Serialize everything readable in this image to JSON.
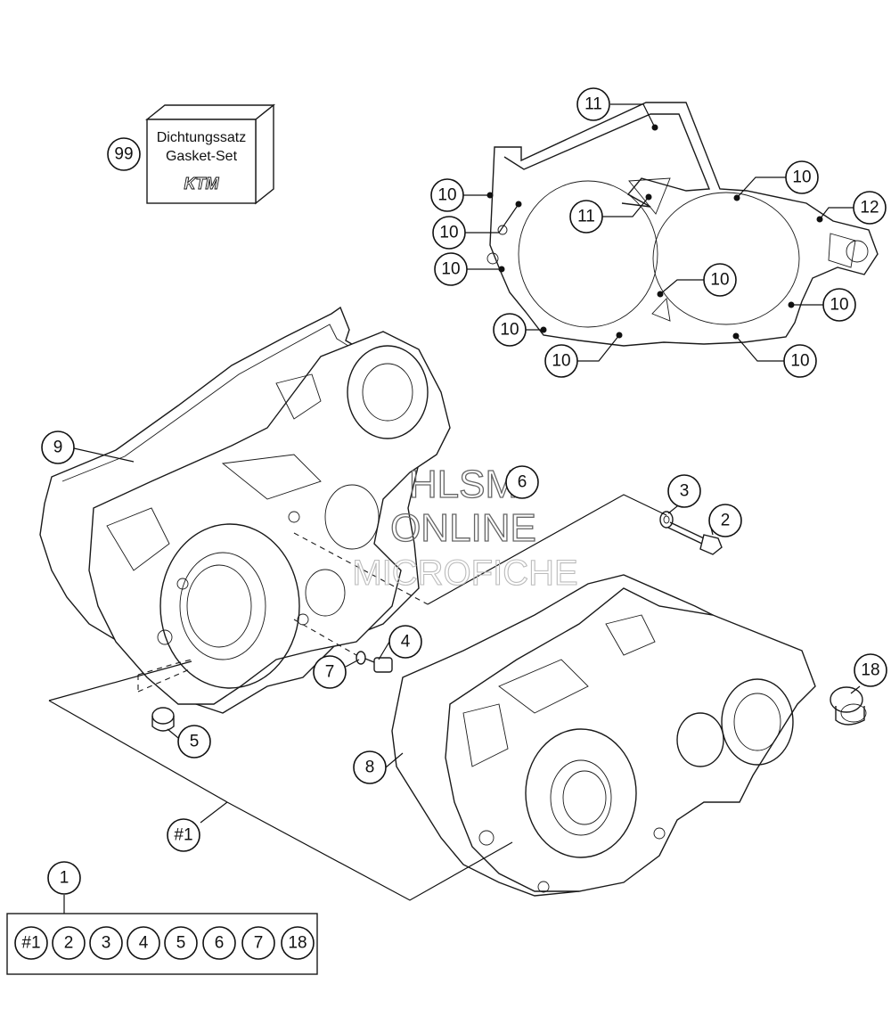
{
  "gasket_box": {
    "line1": "Dichtungssatz",
    "line2": "Gasket-Set",
    "logo": "KTM"
  },
  "watermark": {
    "line1": "HLSM",
    "line2": "ONLINE",
    "line3": "MICROFICHE"
  },
  "callouts": {
    "c99": "99",
    "c11a": "11",
    "c11b": "11",
    "c12": "12",
    "c10a": "10",
    "c10b": "10",
    "c10c": "10",
    "c10d": "10",
    "c10e": "10",
    "c10f": "10",
    "c10g": "10",
    "c10h": "10",
    "c10i": "10",
    "c9": "9",
    "c6": "6",
    "c3": "3",
    "c2": "2",
    "c4": "4",
    "c7": "7",
    "c5": "5",
    "c18": "18",
    "c8": "8",
    "c_assy": "#1",
    "c1": "1"
  },
  "parts_set": [
    "#1",
    "2",
    "3",
    "4",
    "5",
    "6",
    "7",
    "18"
  ]
}
